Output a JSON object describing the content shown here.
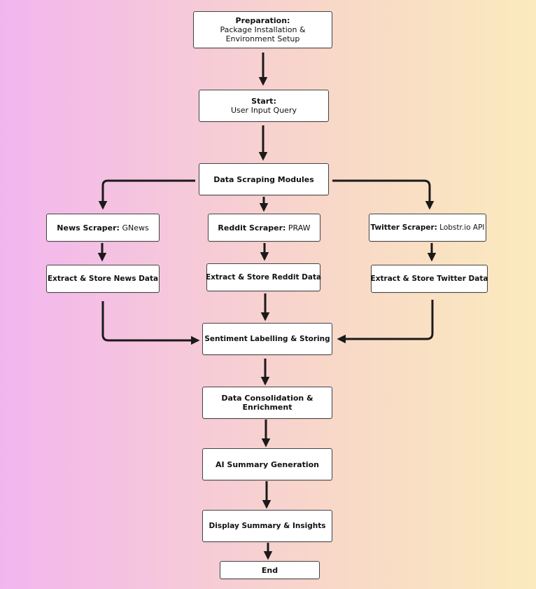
{
  "nodes": {
    "preparation": {
      "title": "Preparation:",
      "line1": "Package Installation &",
      "line2": "Environment Setup"
    },
    "start": {
      "title": "Start:",
      "line1": "User Input Query"
    },
    "scraping_modules": {
      "title": "Data Scraping Modules"
    },
    "news_scraper": {
      "title": "News Scraper:",
      "detail": " GNews"
    },
    "reddit_scraper": {
      "title": "Reddit Scraper:",
      "detail": " PRAW"
    },
    "twitter_scraper": {
      "title": "Twitter Scraper:",
      "detail": " Lobstr.io API"
    },
    "extract_news": {
      "title": "Extract & Store News Data"
    },
    "extract_reddit": {
      "title": "Extract & Store Reddit Data"
    },
    "extract_twitter": {
      "title": "Extract & Store Twitter Data"
    },
    "sentiment": {
      "title": "Sentiment Labelling & Storing"
    },
    "consolidation": {
      "line1": "Data Consolidation &",
      "line2": "Enrichment"
    },
    "ai_summary": {
      "title": "AI Summary Generation"
    },
    "display": {
      "title": "Display Summary & Insights"
    },
    "end": {
      "title": "End"
    }
  },
  "colors": {
    "background_left": "#f2b6ef",
    "background_right": "#faeabd",
    "box_fill": "#ffffff",
    "box_border": "#444444",
    "arrow": "#1a1a1a"
  }
}
